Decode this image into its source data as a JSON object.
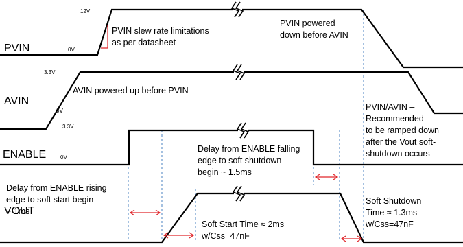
{
  "signals": {
    "pvin": {
      "label": "PVIN",
      "high": "12V",
      "low": "0V"
    },
    "avin": {
      "label": "AVIN",
      "high": "3.3V",
      "low": "0V"
    },
    "enable": {
      "label": "ENABLE",
      "high": "3.3V",
      "low": "0V"
    },
    "vout": {
      "label": "VOUT"
    }
  },
  "notes": {
    "pvin_slew": [
      "PVIN slew rate limitations",
      "as per datasheet"
    ],
    "pvin_down": [
      "PVIN powered",
      "down before AVIN"
    ],
    "avin_up": [
      "AVIN powered up before PVIN"
    ],
    "ramp_down": [
      "PVIN/AVIN –",
      "Recommended",
      "to be ramped down",
      "after the Vout soft-",
      "shutdown occurs"
    ],
    "en_fall": [
      "Delay from ENABLE falling",
      "edge to soft shutdown",
      "begin ~ 1.5ms"
    ],
    "en_rise": [
      "Delay from ENABLE rising",
      "edge to soft start begin",
      "~ 1ms"
    ],
    "soft_start": [
      "Soft Start Time ≈ 2ms",
      "w/Css=47nF"
    ],
    "soft_shutdown": [
      "Soft Shutdown",
      "Time ≈ 1.3ms",
      "w/Css=47nF"
    ]
  },
  "colors": {
    "waveform": "#000000",
    "marker": "#5b8ec7",
    "annotation": "#e0262b"
  }
}
